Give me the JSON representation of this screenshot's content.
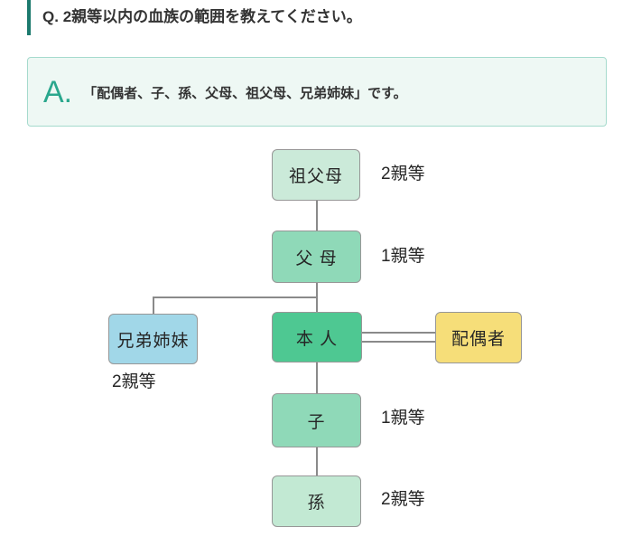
{
  "question": {
    "marker": "Q.",
    "text": "2親等以内の血族の範囲を教えてください。",
    "bar_color": "#1c7a6e"
  },
  "answer": {
    "marker": "A.",
    "text": "「配偶者、子、孫、父母、祖父母、兄弟姉妹」です。",
    "marker_color": "#2aa78d",
    "box_background": "#eef8f4",
    "box_border": "#a5dacd"
  },
  "diagram": {
    "line_color": "#8a8a8a",
    "node_border_color": "#979797",
    "nodes": {
      "grandparents": {
        "label": "祖父母",
        "degree": "2親等",
        "color": "#cbead9"
      },
      "parents": {
        "label": "父 母",
        "degree": "1親等",
        "color": "#8fd9b8"
      },
      "siblings": {
        "label": "兄弟姉妹",
        "degree": "2親等",
        "color": "#a1d7e8"
      },
      "self": {
        "label": "本 人",
        "color": "#4ec892"
      },
      "spouse": {
        "label": "配偶者",
        "color": "#f6de79"
      },
      "child": {
        "label": "子",
        "degree": "1親等",
        "color": "#8fd9b8"
      },
      "grandchild": {
        "label": "孫",
        "degree": "2親等",
        "color": "#c2e9d3"
      }
    },
    "edges": [
      {
        "from": "grandparents",
        "to": "parents",
        "style": "single"
      },
      {
        "from": "parents",
        "to": "self",
        "style": "single"
      },
      {
        "from": "parents",
        "to": "siblings",
        "style": "single"
      },
      {
        "from": "self",
        "to": "spouse",
        "style": "double"
      },
      {
        "from": "self",
        "to": "child",
        "style": "single"
      },
      {
        "from": "child",
        "to": "grandchild",
        "style": "single"
      }
    ]
  }
}
